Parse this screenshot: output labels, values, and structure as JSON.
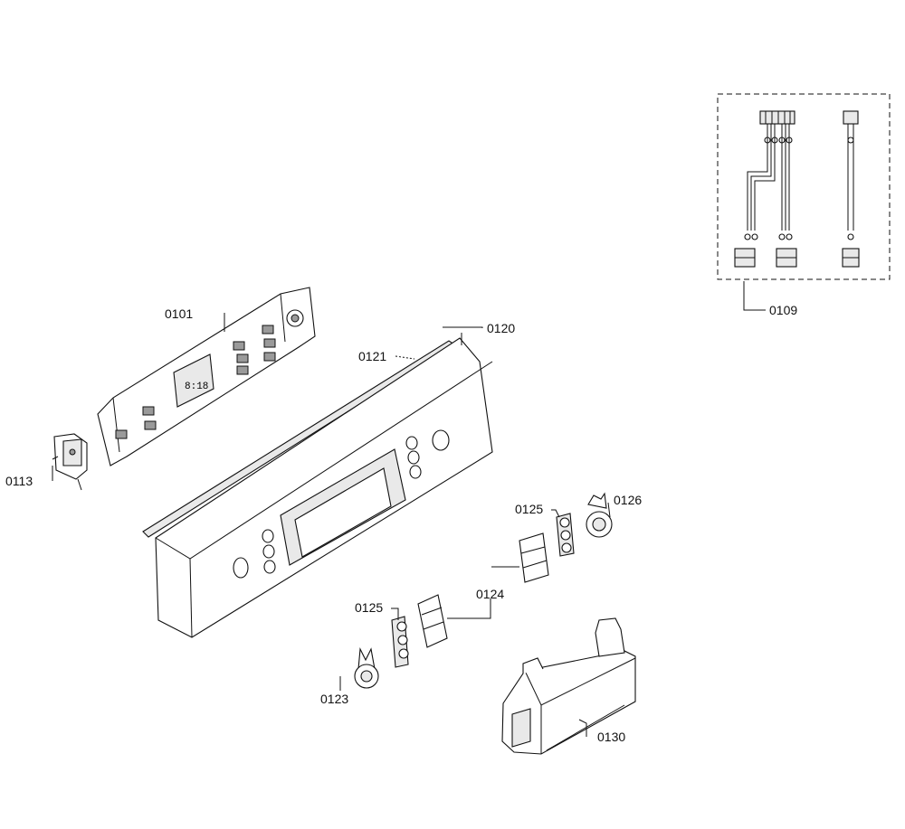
{
  "parts": [
    {
      "id": "p0101",
      "number": "0101"
    },
    {
      "id": "p0109",
      "number": "0109"
    },
    {
      "id": "p0113",
      "number": "0113"
    },
    {
      "id": "p0120",
      "number": "0120"
    },
    {
      "id": "p0121",
      "number": "0121"
    },
    {
      "id": "p0123",
      "number": "0123"
    },
    {
      "id": "p0124",
      "number": "0124"
    },
    {
      "id": "p0125a",
      "number": "0125"
    },
    {
      "id": "p0125b",
      "number": "0125"
    },
    {
      "id": "p0126",
      "number": "0126"
    },
    {
      "id": "p0130",
      "number": "0130"
    }
  ],
  "display_text": "8:18"
}
